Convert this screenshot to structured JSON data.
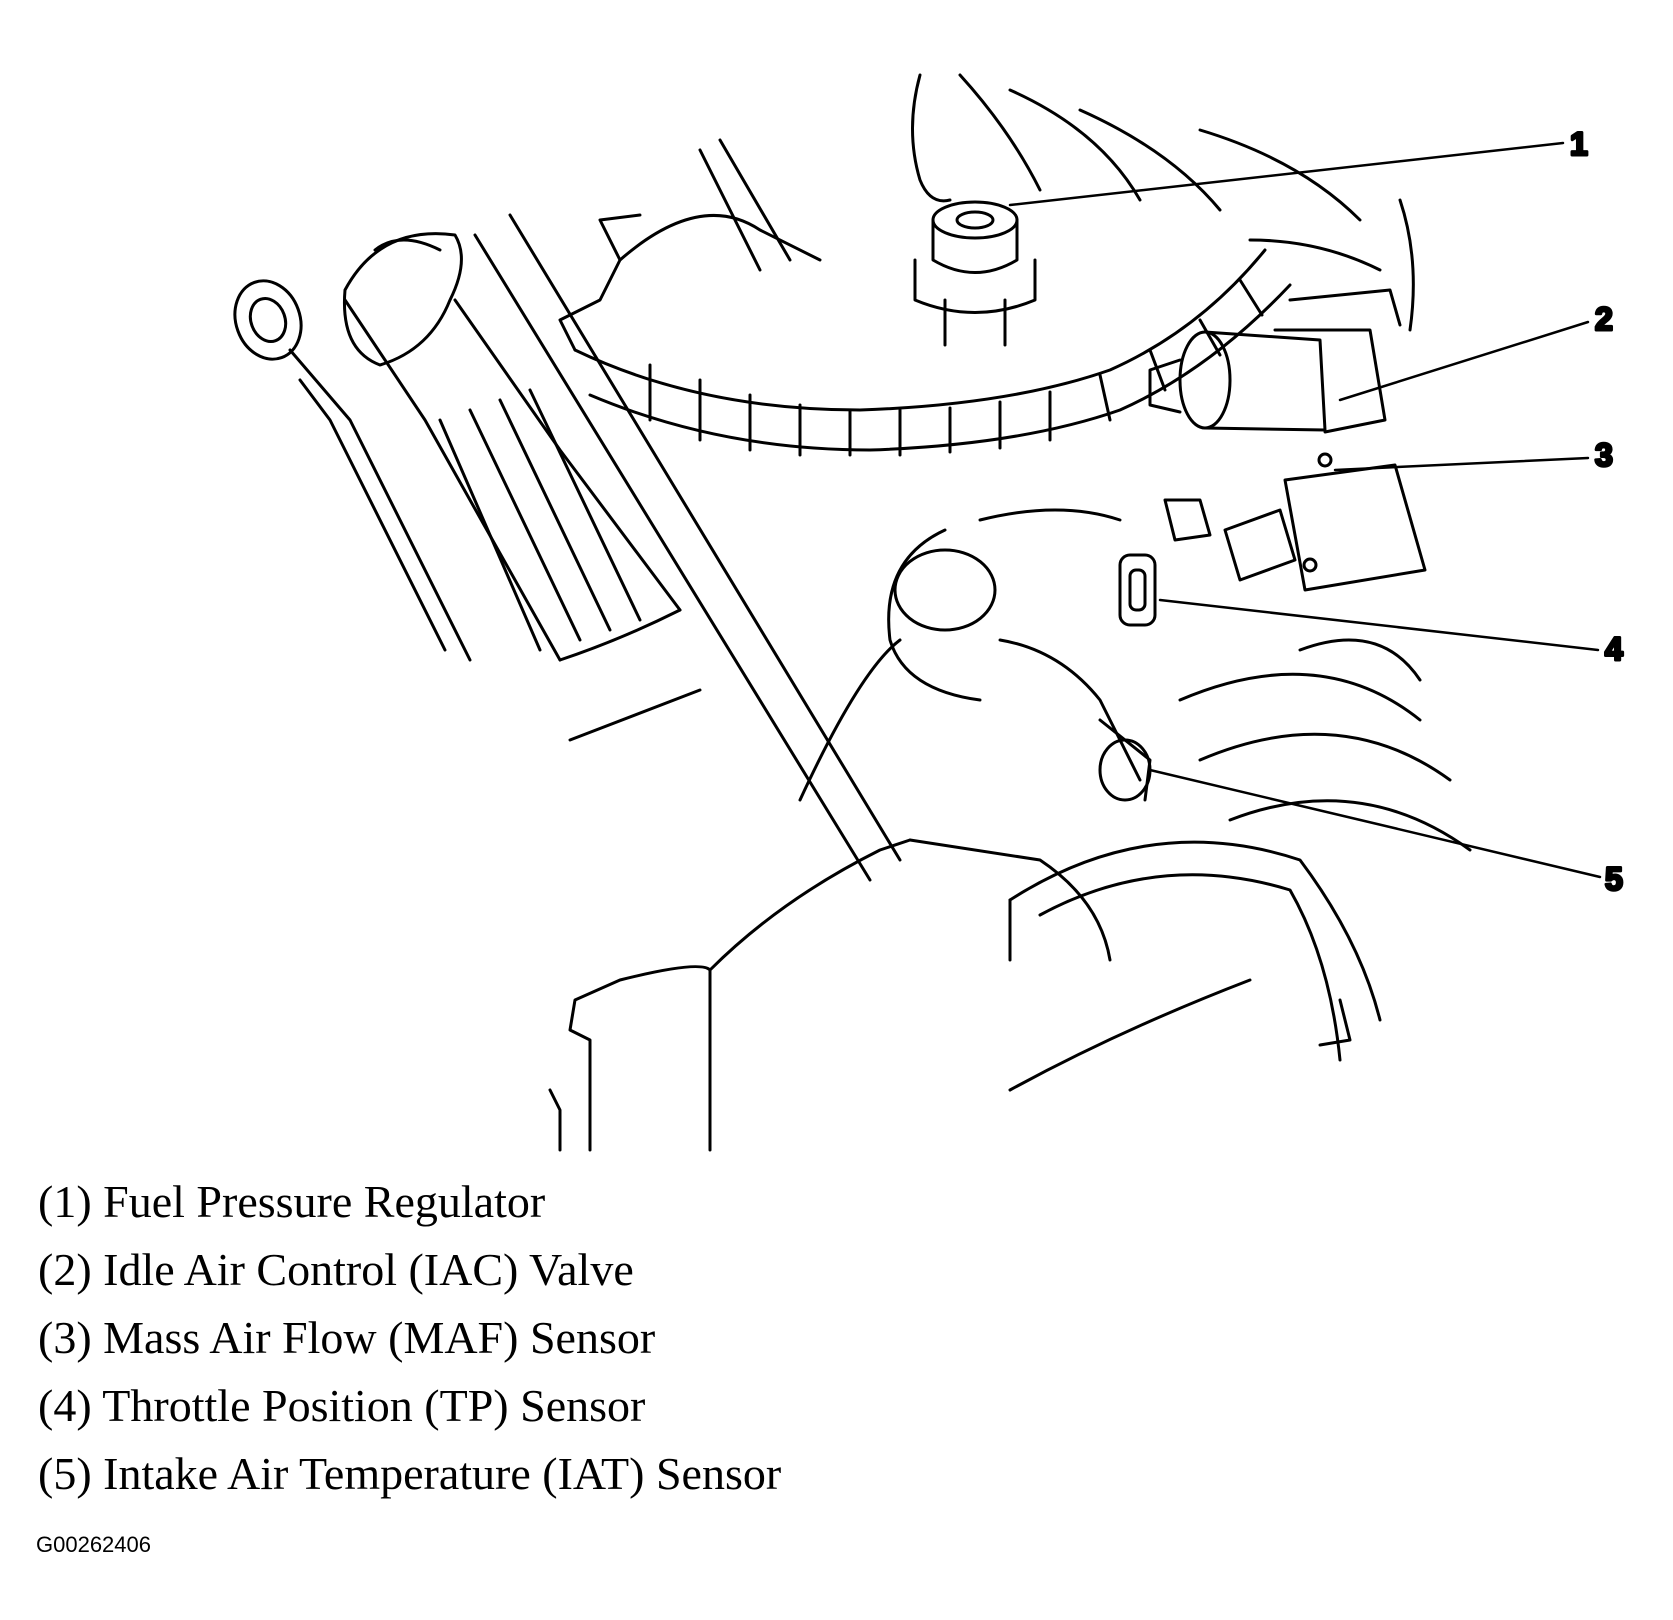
{
  "diagram": {
    "callouts": [
      {
        "number": "1",
        "label": "Fuel Pressure Regulator"
      },
      {
        "number": "2",
        "label": "Idle Air Control (IAC) Valve"
      },
      {
        "number": "3",
        "label": "Mass Air Flow (MAF) Sensor"
      },
      {
        "number": "4",
        "label": "Throttle Position (TP) Sensor"
      },
      {
        "number": "5",
        "label": "Intake Air Temperature (IAT) Sensor"
      }
    ],
    "legend": [
      "(1) Fuel Pressure Regulator",
      "(2) Idle Air Control (IAC) Valve",
      "(3) Mass Air Flow (MAF) Sensor",
      "(4) Throttle Position (TP) Sensor",
      "(5) Intake Air Temperature (IAT) Sensor"
    ],
    "figure_id": "G00262406"
  }
}
